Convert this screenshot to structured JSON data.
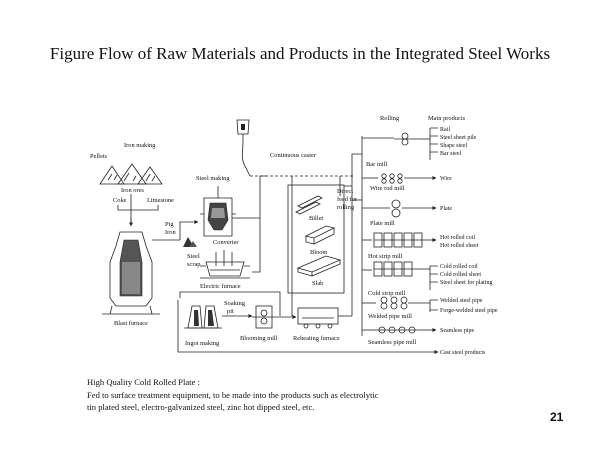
{
  "slide": {
    "title": "Figure Flow of Raw Materials and Products in the Integrated Steel Works",
    "page_number": "21"
  },
  "diagram": {
    "labels": {
      "iron_making": "Iron making",
      "pellets": "Pellets",
      "iron_ores": "Iron ores",
      "coke": "Coke",
      "limestone": "Limestone",
      "blast_furnace": "Blast furnace",
      "pig": "Pig",
      "iron": "Iron",
      "steel_making": "Steel making",
      "converter": "Converter",
      "steel": "Steel",
      "scrap": "scrap",
      "electric_furnace": "Electric furnace",
      "continuous_caster": "Continuous caster",
      "direct": "Direct",
      "feed_for": "feed for",
      "rolling_feed": "rolling",
      "billet": "Billet",
      "bloom": "Bloom",
      "slab": "Slab",
      "soaking": "Soaking",
      "pit": "pit",
      "ingot_making": "Ingot making",
      "blooming_mill": "Blooming mill",
      "reheating_furnace": "Reheating furnace",
      "rolling": "Rolling",
      "main_products": "Main products",
      "bar_mill": "Bar mill",
      "wire_rod_mill": "Wire rod mill",
      "plate_mill": "Plate mill",
      "hot_strip_mill": "Hot strip mill",
      "cold_strip_mill": "Cold strip mill",
      "welded_pipe_mill": "Welded pipe mill",
      "seamless_pipe_mill": "Seamless pipe mill"
    },
    "products": {
      "rail": "Rail",
      "steel_sheet_pile": "Steel sheet pile",
      "shape_steel": "Shape steel",
      "bar_steel": "Bar steel",
      "wire": "Wire",
      "plate": "Plate",
      "hot_rolled_coil": "Hot rolled coil",
      "hot_rolled_sheet": "Hot rolled sheet",
      "cold_rolled_coil": "Cold rolled coil",
      "cold_rolled_sheet": "Cold rolled sheet",
      "steel_sheet_for_plating": "Steel sheet for plating",
      "welded_steel_pipe": "Welded steel pipe",
      "forge_welded_steel_pipe": "Forge-welded steel pipe",
      "seamless_pipe": "Seamless pipe",
      "cast_steel_products": "Cast steel products"
    }
  },
  "note": {
    "heading": "High Quality Cold Rolled Plate :",
    "line1": "Fed to surface treatment equipment, to be made into the products such as electrolytic",
    "line2": "tin plated steel, electro-galvanized steel, zinc hot dipped steel, etc."
  }
}
